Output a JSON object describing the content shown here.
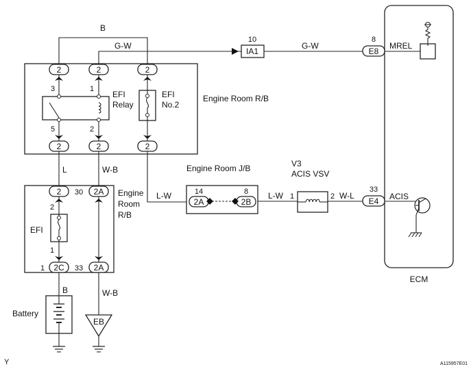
{
  "relay_box_top": {
    "title": "Engine Room R/B",
    "pins_top": [
      "2",
      "2",
      "2"
    ],
    "pins_bottom": [
      "2",
      "2",
      "2"
    ],
    "relay_pin_labels": [
      "3",
      "1",
      "5",
      "2"
    ],
    "relay_name_line1": "EFI",
    "relay_name_line2": "Relay",
    "fuse_name_line1": "EFI",
    "fuse_name_line2": "No.2"
  },
  "relay_box_bottom": {
    "title_line1": "Engine",
    "title_line2": "Room",
    "title_line3": "R/B",
    "pin_top_left": "2",
    "pin_top_right": "2A",
    "pin_top_right_num": "30",
    "fuse_pin_top": "2",
    "fuse_pin_bottom": "1",
    "fuse_name": "EFI",
    "pin_bottom_left": "2C",
    "pin_bottom_left_num": "1",
    "pin_bottom_right": "2A",
    "pin_bottom_right_num": "33"
  },
  "junction_block": {
    "title": "Engine Room J/B",
    "pin_left": "2A",
    "pin_left_num": "14",
    "pin_right": "2B",
    "pin_right_num": "8"
  },
  "vsv": {
    "code": "V3",
    "name": "ACIS VSV",
    "pin1": "1",
    "pin2": "2"
  },
  "ecm": {
    "name": "ECM",
    "mrel_label": "MREL",
    "mrel_pin": "E8",
    "mrel_pin_num": "8",
    "acis_label": "ACIS",
    "acis_pin": "E4",
    "acis_pin_num": "33"
  },
  "connector_ia1": {
    "label": "IA1",
    "num": "10"
  },
  "wires": {
    "top_loop": "B",
    "relay_to_ia1": "G-W",
    "ia1_to_ecm": "G-W",
    "relay_to_efi": "L",
    "relay_to_ground_upper": "W-B",
    "relay_to_jb": "L-W",
    "jb_to_vsv": "L-W",
    "vsv_to_ecm": "W-L",
    "battery_wire": "B",
    "ground_wire": "W-B"
  },
  "battery_label": "Battery",
  "ground_label": "EB",
  "corner_left": "Y",
  "corner_right": "A115957E01"
}
